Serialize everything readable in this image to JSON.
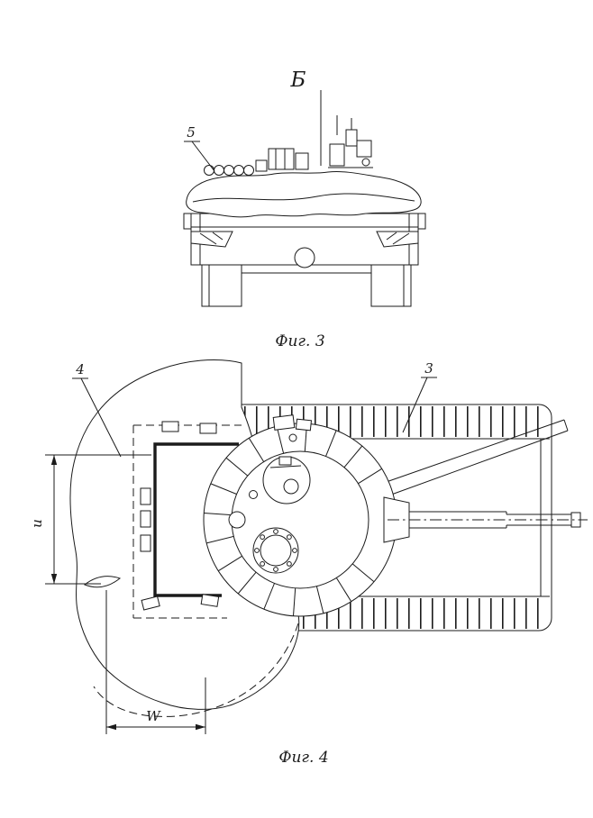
{
  "drawing": {
    "background": "#ffffff",
    "line_color": "#1b1b1b"
  },
  "figure3": {
    "view_label": "Б",
    "part5_label": "5",
    "caption": "Фиг. 3"
  },
  "figure4": {
    "part4_label": "4",
    "part3_label": "3",
    "dim_u_label": "u",
    "dim_w_label": "W",
    "caption": "Фиг. 4"
  }
}
